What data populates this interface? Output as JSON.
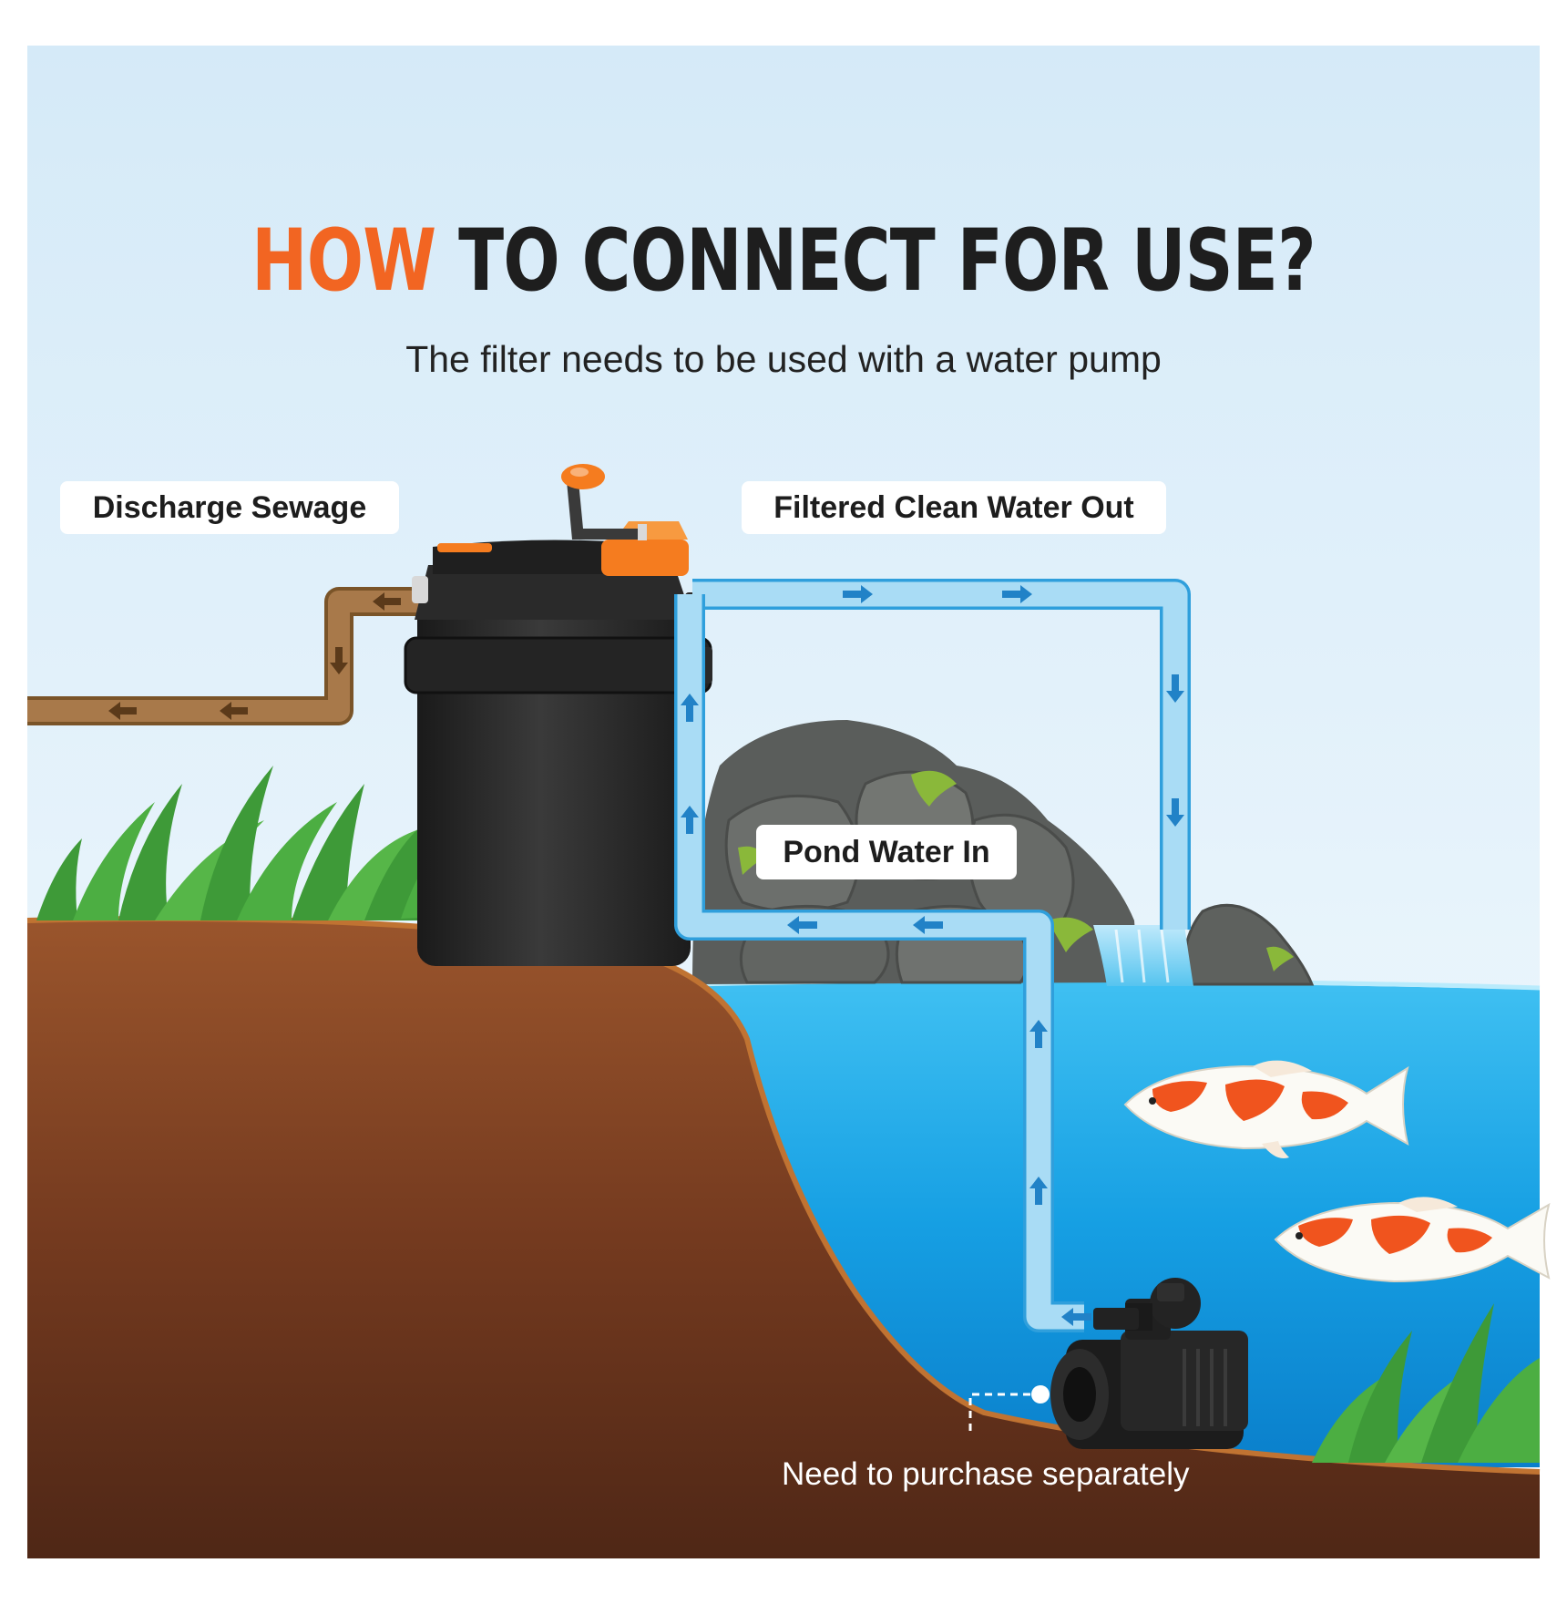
{
  "title": {
    "highlight": "HOW",
    "rest": " TO CONNECT FOR USE?",
    "highlight_color": "#f26522",
    "text_color": "#1e1e1e"
  },
  "subtitle": "The filter needs to be used with a water pump",
  "labels": {
    "discharge": "Discharge Sewage",
    "clean_out": "Filtered Clean Water Out",
    "pond_in": "Pond Water In"
  },
  "note": "Need to purchase separately",
  "colors": {
    "sky_top": "#d6ebf8",
    "sky_bottom": "#f4f9fd",
    "soil": "#7a3f22",
    "soil_edge": "#b86a2c",
    "water": "#1aa6e8",
    "clean_pipe": "#a9dcf5",
    "pipe_border": "#2f9fdc",
    "sewage_pipe": "#a37744",
    "filter_body": "#2b2b2b",
    "accent_orange": "#f57c1f",
    "grass": "#3f9a3a",
    "koi": "#f0541e",
    "flow_arrow": "#2182c7",
    "sewage_arrow": "#5b3a1a"
  },
  "icons": {
    "filter": "pond-filter-icon",
    "pump": "water-pump-icon",
    "koi": "koi-fish-icon",
    "grass": "grass-icon",
    "rocks": "waterfall-rocks-icon",
    "flow": "flow-arrow-icon"
  }
}
